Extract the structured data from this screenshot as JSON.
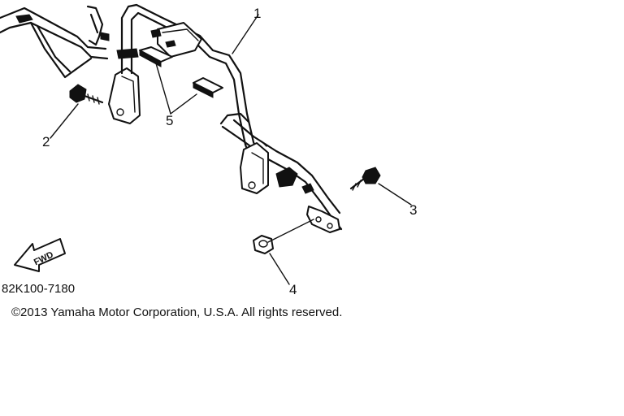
{
  "callouts": [
    {
      "id": "1",
      "label": "1"
    },
    {
      "id": "2",
      "label": "2"
    },
    {
      "id": "3",
      "label": "3"
    },
    {
      "id": "4",
      "label": "4"
    },
    {
      "id": "5",
      "label": "5"
    }
  ],
  "forward_arrow": {
    "label": "FWD"
  },
  "part_code": "82K100-7180",
  "copyright": "©2013 Yamaha Motor Corporation, U.S.A. All rights reserved."
}
